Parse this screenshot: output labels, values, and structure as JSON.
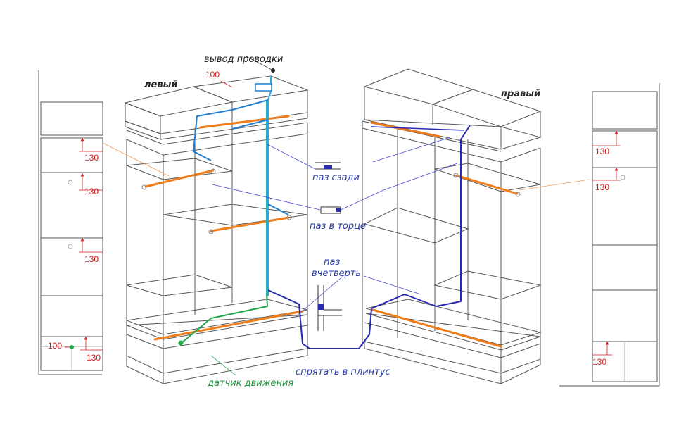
{
  "labels": {
    "wire_outlet": "вывод проводки",
    "left": "левый",
    "right": "правый",
    "groove_back": "паз сзади",
    "groove_edge": "паз в торце",
    "rabbet_line1": "паз",
    "rabbet_line2": "вчетверть",
    "hide_plinth": "спрятать в плинтус",
    "motion_sensor": "датчик движения"
  },
  "dimensions": {
    "top_offset": "100",
    "left_1": "130",
    "left_2": "130",
    "left_3": "130",
    "left_bottom_h": "100",
    "left_bottom_v": "130",
    "right_1": "130",
    "right_2": "130",
    "right_bottom": "130"
  },
  "colors": {
    "wire_main": "#1f7fd1",
    "wire_light": "#2aa7e0",
    "wire_dark": "#2a2ab0",
    "wire_green": "#1fa84a",
    "led_strip": "#f07c1a",
    "dim_red": "#d01f1f",
    "label_blue": "#2a3aa8",
    "label_green": "#1a9a3a",
    "frame": "#555555",
    "leader_orange": "#e3a06a"
  }
}
